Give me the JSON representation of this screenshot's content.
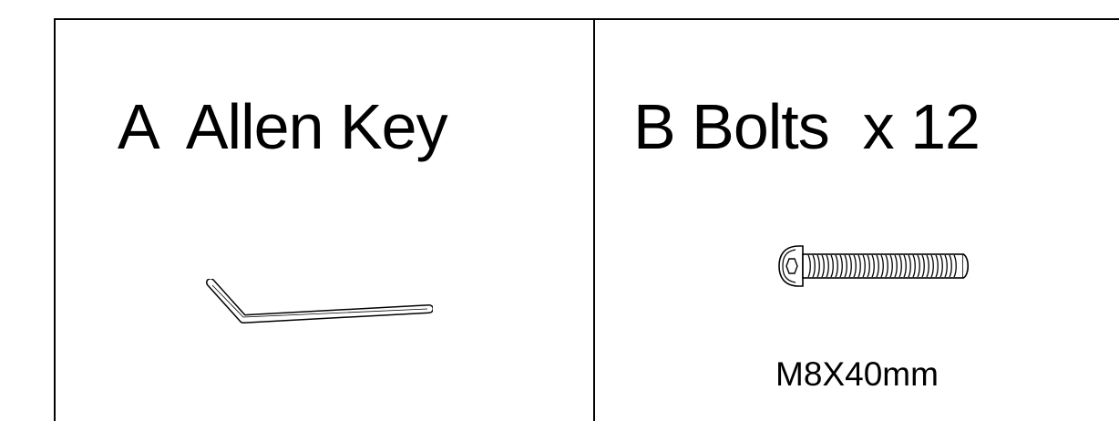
{
  "parts": [
    {
      "title": "A  Allen Key",
      "icon": "allen-key-icon"
    },
    {
      "title": "B Bolts  x 12",
      "icon": "bolt-icon",
      "spec": "M8X40mm"
    }
  ]
}
